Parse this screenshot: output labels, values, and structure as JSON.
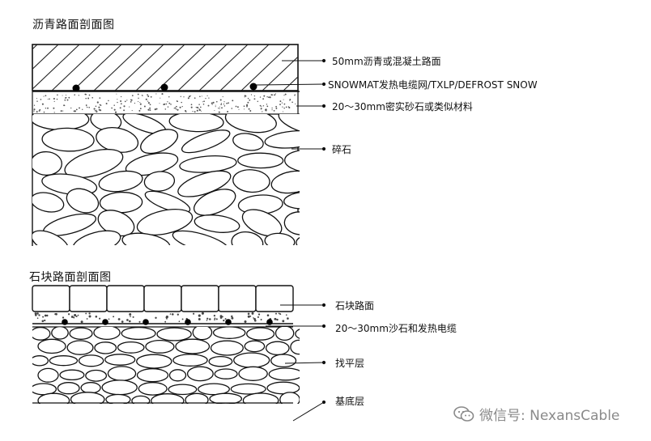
{
  "asphalt_section": {
    "title": "沥青路面剖面图",
    "labels": [
      "50mm沥青或混凝土路面",
      "SNOWMAT发热电缆网/TXLP/DEFROST SNOW",
      "20～30mm密实砂石或类似材料",
      "碎石"
    ]
  },
  "stone_section": {
    "title": "石块路面剖面图",
    "labels": [
      "石块路面",
      "20～30mm沙石和发热电缆",
      "找平层",
      "基底层"
    ]
  },
  "watermark": {
    "text": "微信号: NexansCable",
    "icon": "wechat-icon"
  }
}
